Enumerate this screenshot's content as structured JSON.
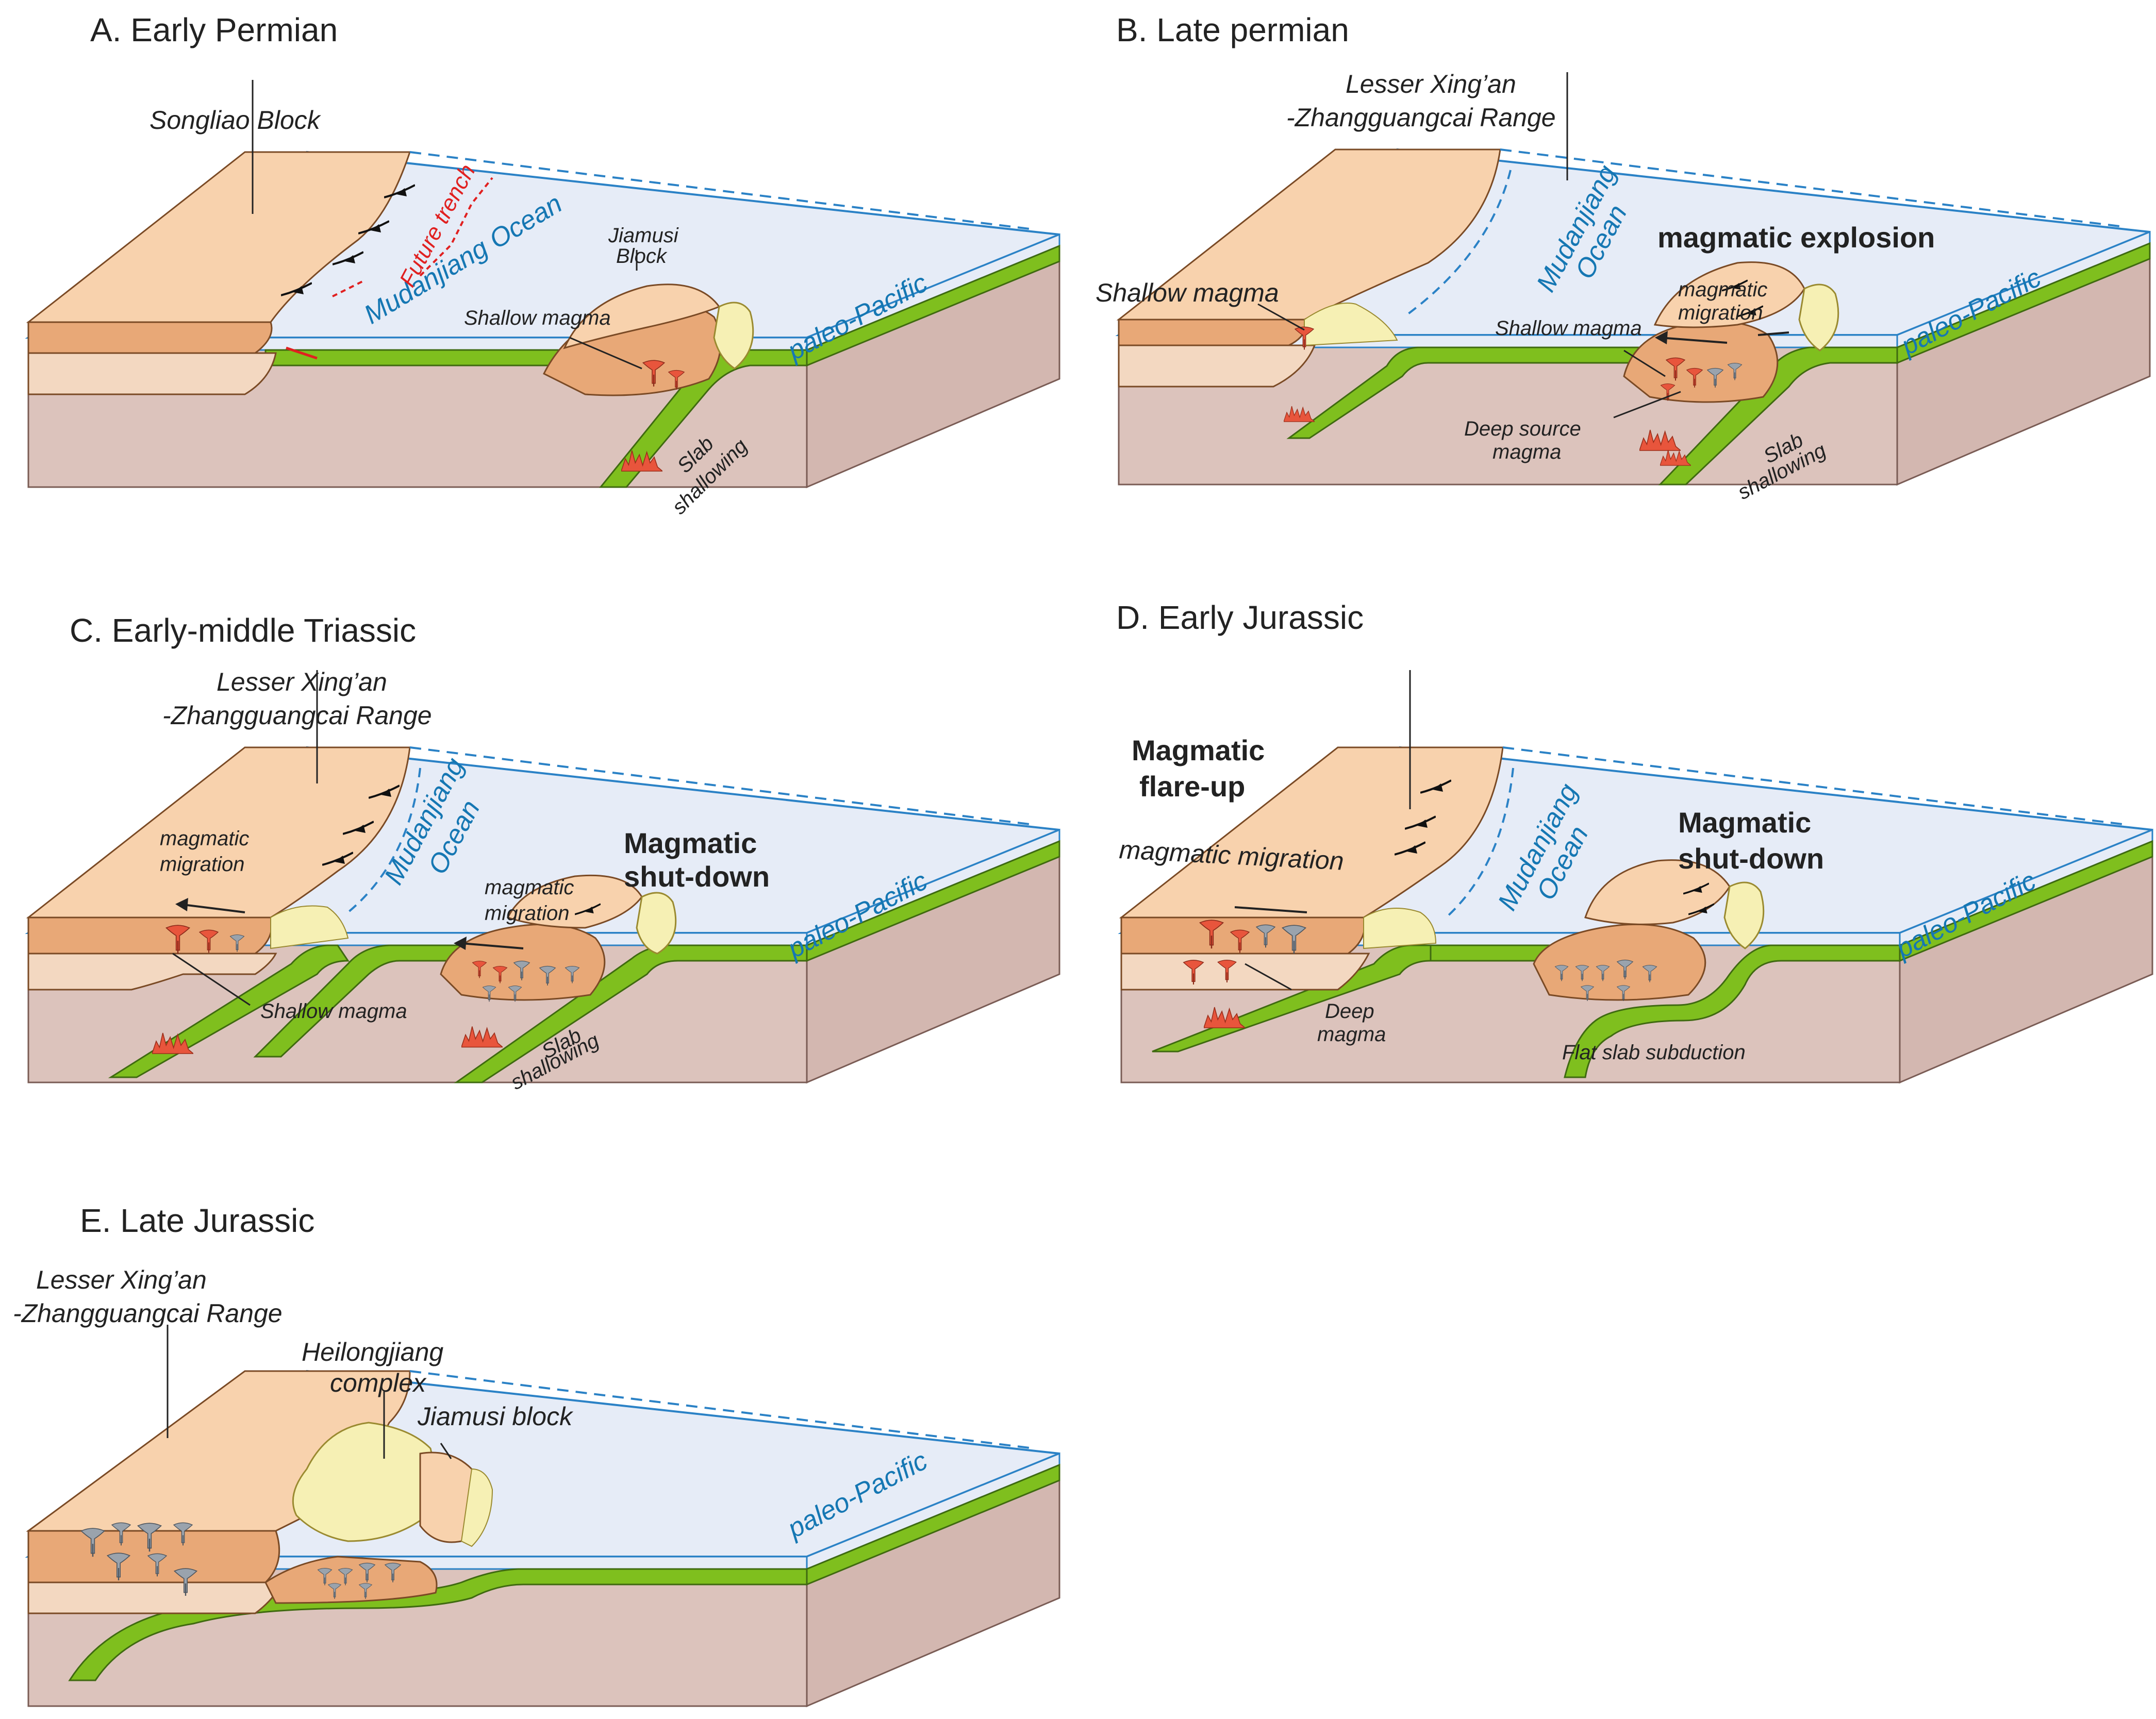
{
  "colors": {
    "ocean_top": "#e6ecf7",
    "ocean_edge": "#2b82c6",
    "slab": "#7fbf1e",
    "slab_edge": "#3f6a10",
    "mantle": "#dcc3bc",
    "land_top": "#f8d2ad",
    "land_side": "#e8a877",
    "land_lower": "#f3d8c1",
    "accretion": "#f6f0b4",
    "magma_red": "#e8553c",
    "magma_grey": "#9aa3ad",
    "label_blue": "#1577b3",
    "future_trench": "#e02020"
  },
  "panels": [
    {
      "title": "A. Early Permian",
      "labels": {
        "block": "Songliao Block",
        "ocean": "Mudanjiang Ocean",
        "trench": "Future trench",
        "block2_line1": "Jiamusi",
        "block2_line2": "Block",
        "shallow": "Shallow magma",
        "pacific": "paleo-Pacific",
        "slab1": "Slab",
        "slab2": "shallowing"
      }
    },
    {
      "title": "B. Late permian",
      "labels": {
        "range1": "Lesser Xing’an",
        "range2": "-Zhangguangcai Range",
        "ocean1": "Mudanjiang",
        "ocean2": "Ocean",
        "explosion": "magmatic explosion",
        "shallow_left": "Shallow magma",
        "migration1": "magmatic",
        "migration2": "migration",
        "shallow": "Shallow magma",
        "pacific": "paleo-Pacific",
        "deep1": "Deep source",
        "deep2": "magma",
        "slab1": "Slab",
        "slab2": "shallowing"
      }
    },
    {
      "title": "C. Early-middle Triassic",
      "labels": {
        "range1": "Lesser Xing’an",
        "range2": "-Zhangguangcai Range",
        "migration_left1": "magmatic",
        "migration_left2": "migration",
        "ocean1": "Mudanjiang",
        "ocean2": "Ocean",
        "shutdown1": "Magmatic",
        "shutdown2": "shut-down",
        "migration1": "magmatic",
        "migration2": "migration",
        "pacific": "paleo-Pacific",
        "shallow": "Shallow magma",
        "slab1": "Slab",
        "slab2": "shallowing"
      }
    },
    {
      "title": "D. Early Jurassic",
      "labels": {
        "flare1": "Magmatic",
        "flare2": "flare-up",
        "migration": "magmatic migration",
        "ocean1": "Mudanjiang",
        "ocean2": "Ocean",
        "shutdown1": "Magmatic",
        "shutdown2": "shut-down",
        "pacific": "paleo-Pacific",
        "deep1": "Deep",
        "deep2": "magma",
        "flat": "Flat slab subduction"
      }
    },
    {
      "title": "E. Late Jurassic",
      "labels": {
        "range1": "Lesser Xing’an",
        "range2": "-Zhangguangcai Range",
        "complex1": "Heilongjiang",
        "complex2": "complex",
        "jiamusi": "Jiamusi block",
        "pacific": "paleo-Pacific"
      }
    }
  ]
}
